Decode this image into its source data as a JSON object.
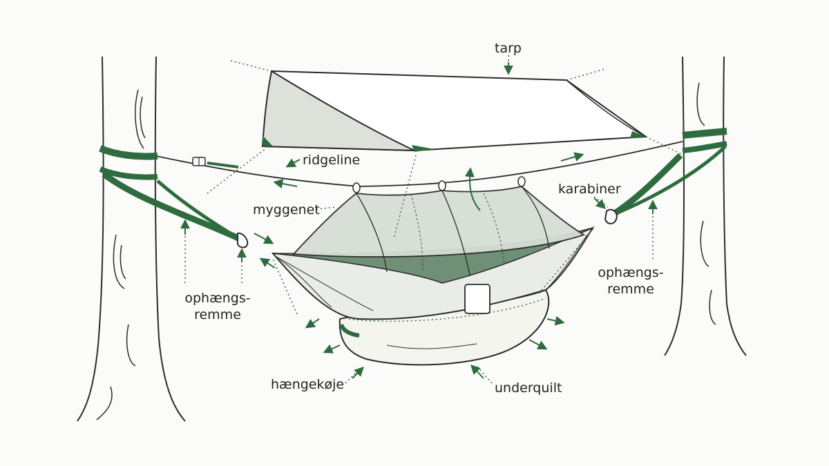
{
  "colors": {
    "background": "#fbfbf9",
    "outline": "#2a2a2a",
    "accent_green": "#2e6b3f",
    "dark_fabric": "#6f8f76",
    "light_fabric": "#e4e8e2",
    "net_fill": "#d6ded5",
    "quilt": "#f5f5f0"
  },
  "labels": {
    "tarp": "tarp",
    "ridgeline": "ridgeline",
    "karabiner": "karabiner",
    "myggenet": "myggenet",
    "straps_left_1": "ophængs-",
    "straps_left_2": "remme",
    "straps_right_1": "ophængs-",
    "straps_right_2": "remme",
    "hammock": "hængekøje",
    "underquilt": "underquilt"
  },
  "icons": [
    "tree-trunk-left",
    "tree-trunk-right",
    "buckle-icon",
    "carabiner-icon-left",
    "carabiner-icon-right",
    "arrow-icon"
  ]
}
